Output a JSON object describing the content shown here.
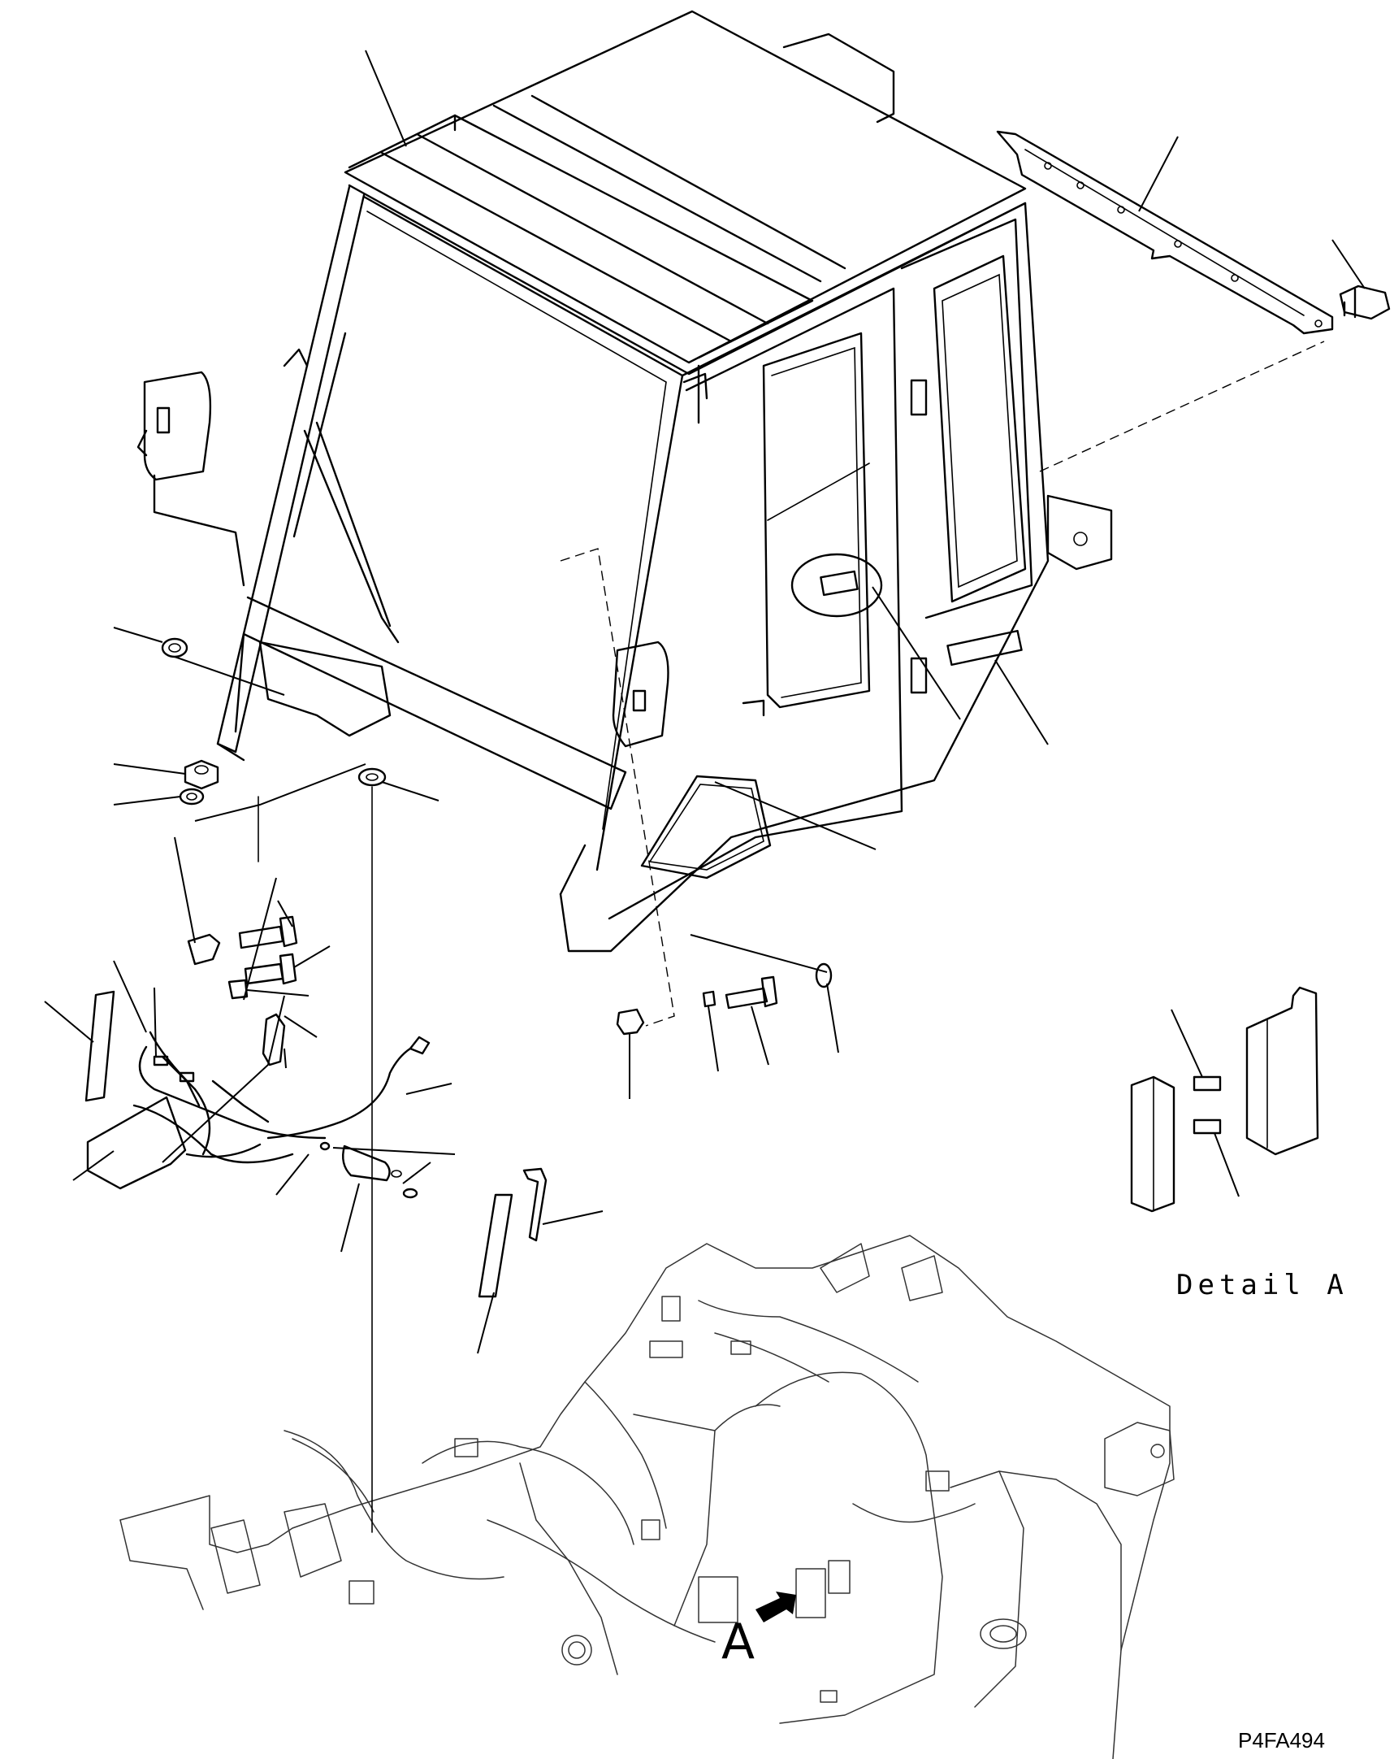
{
  "labels": {
    "detail_caption": "Detail A",
    "view_marker": "A",
    "drawing_code": "P4FA494"
  },
  "colors": {
    "line": "#000000",
    "background": "#ffffff"
  }
}
